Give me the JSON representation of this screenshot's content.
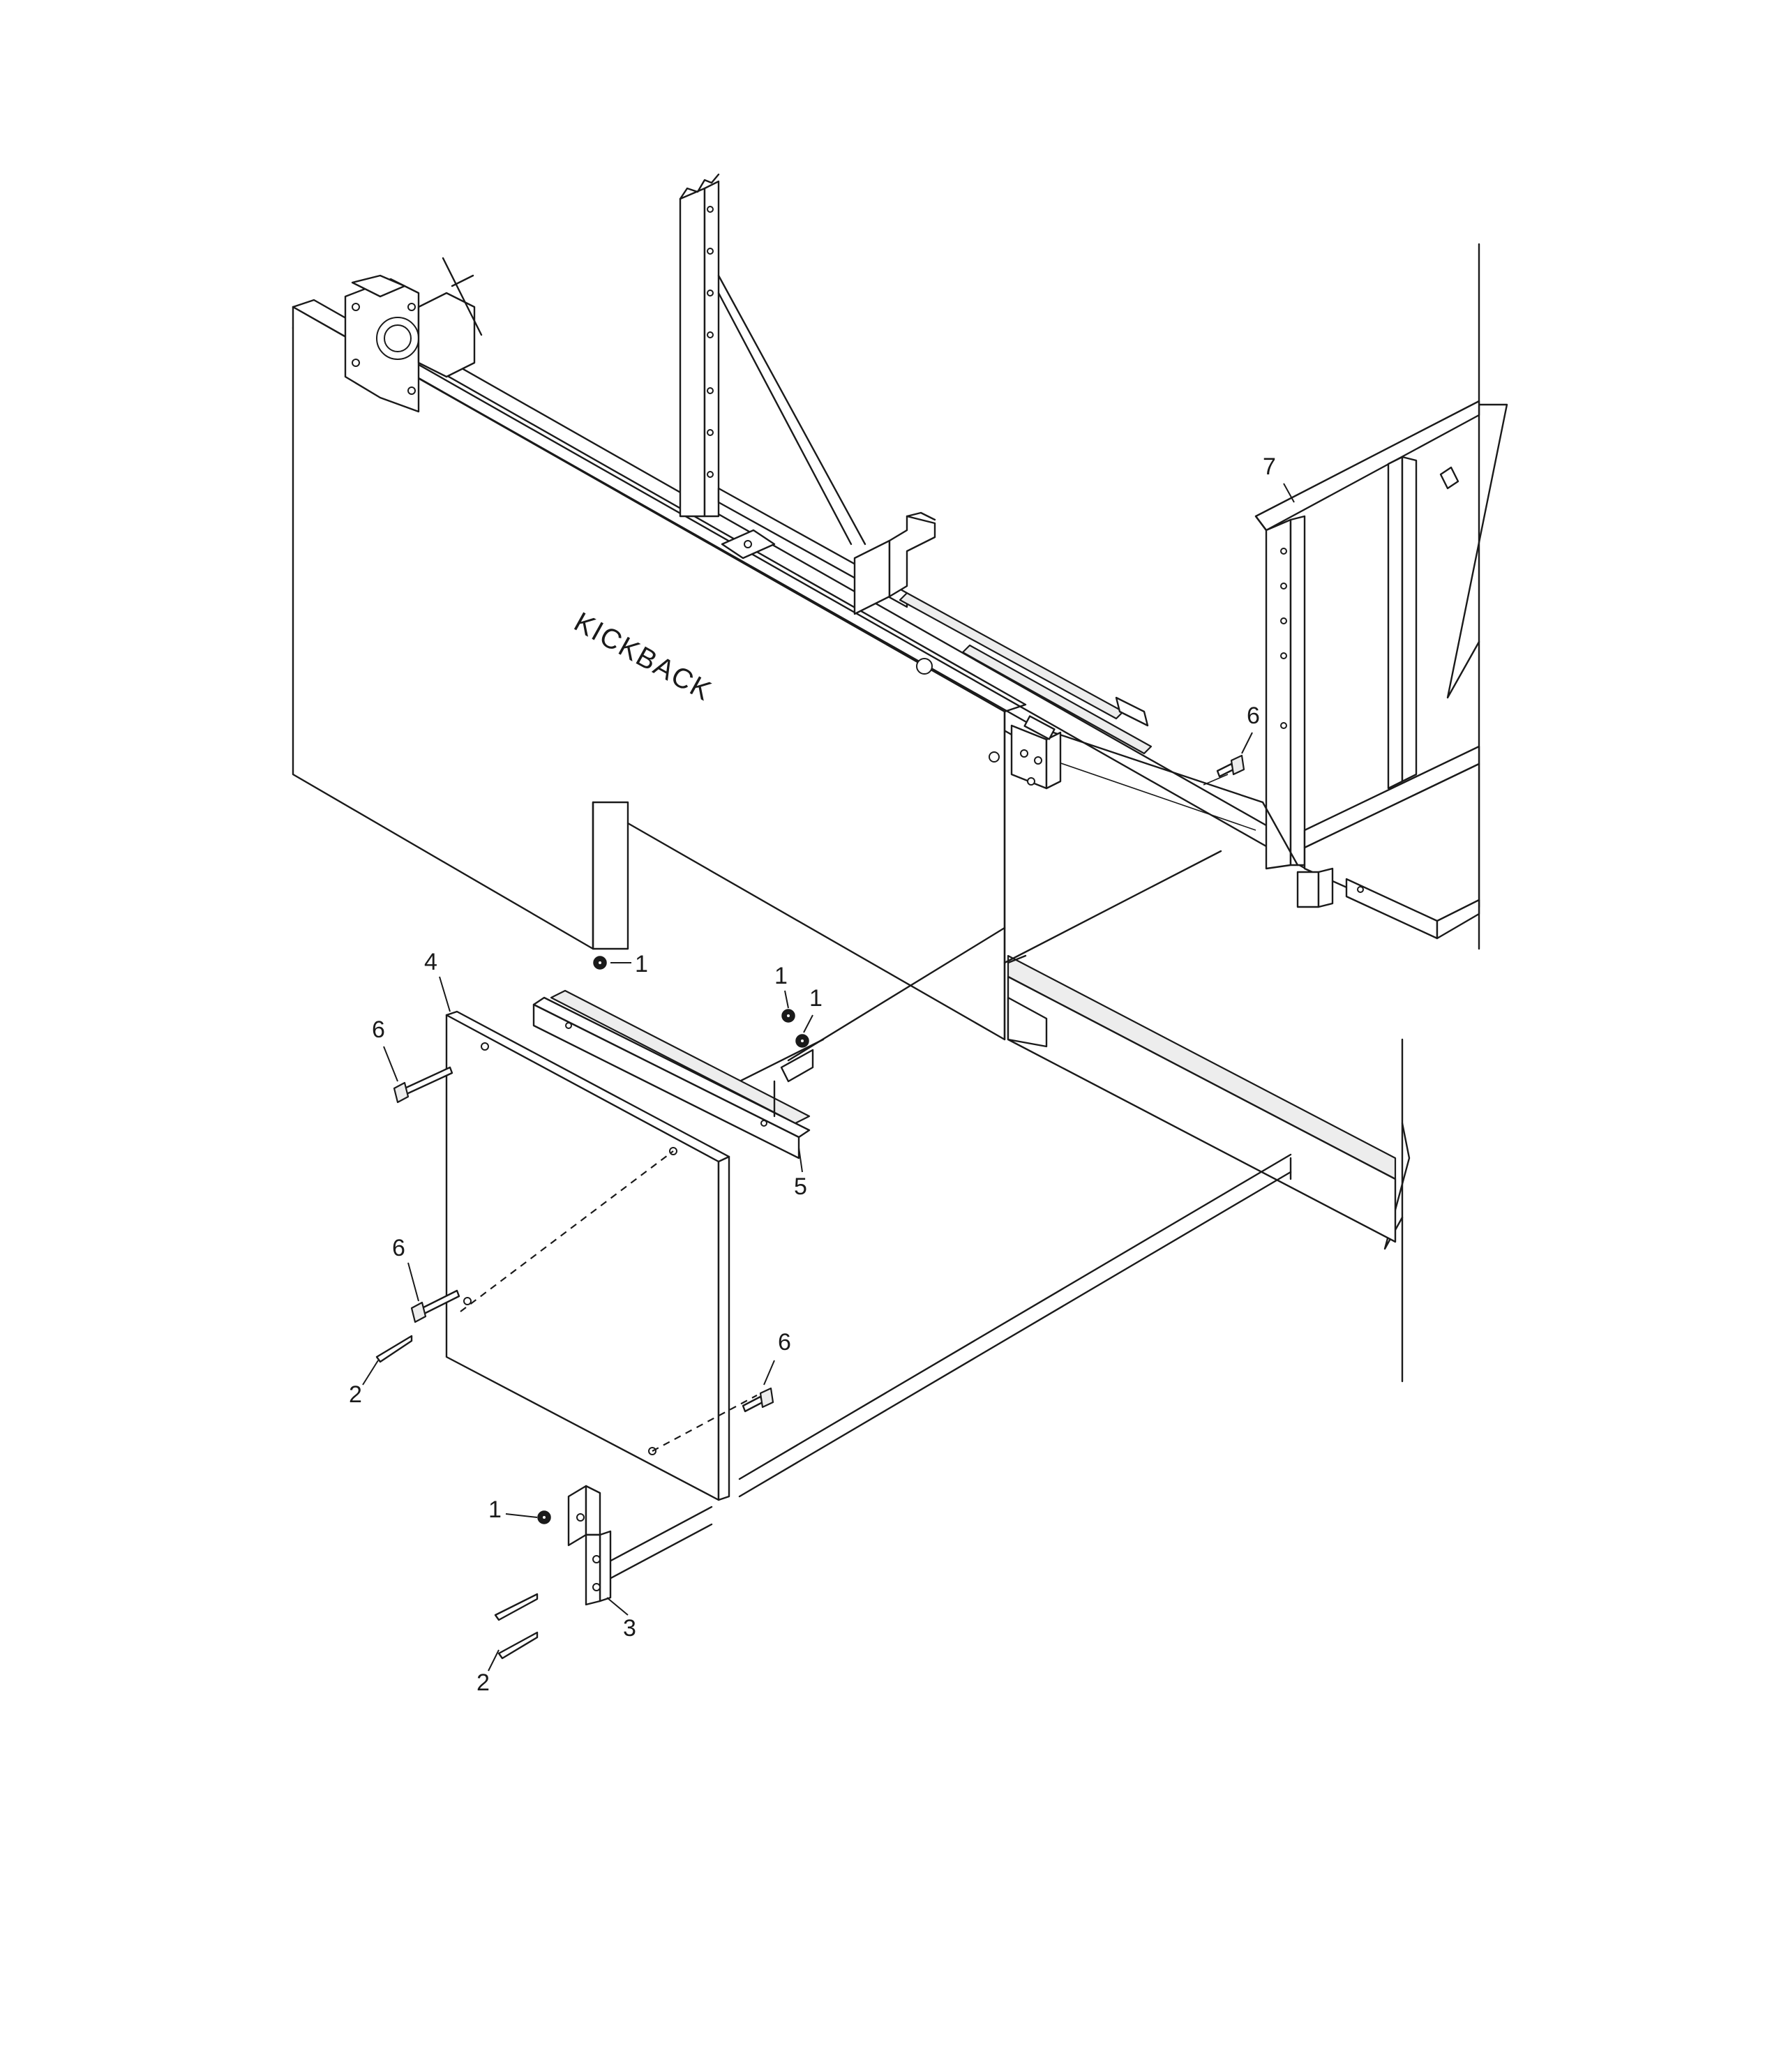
{
  "diagram": {
    "panel_label": "KICKBACK",
    "callouts": [
      {
        "id": "c7",
        "text": "7"
      },
      {
        "id": "c6a",
        "text": "6"
      },
      {
        "id": "c1a",
        "text": "1"
      },
      {
        "id": "c4",
        "text": "4"
      },
      {
        "id": "c1b",
        "text": "1"
      },
      {
        "id": "c1c",
        "text": "1"
      },
      {
        "id": "c6b",
        "text": "6"
      },
      {
        "id": "c5",
        "text": "5"
      },
      {
        "id": "c6c",
        "text": "6"
      },
      {
        "id": "c2a",
        "text": "2"
      },
      {
        "id": "c6d",
        "text": "6"
      },
      {
        "id": "c1d",
        "text": "1"
      },
      {
        "id": "c3",
        "text": "3"
      },
      {
        "id": "c2b",
        "text": "2"
      }
    ]
  }
}
